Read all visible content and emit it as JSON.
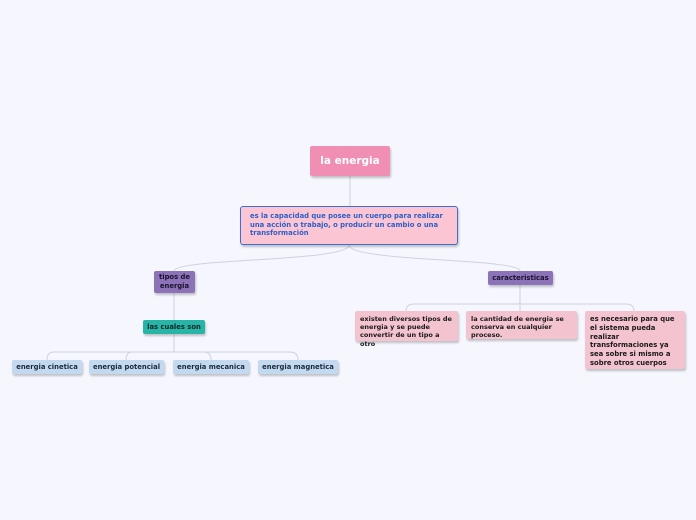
{
  "colors": {
    "background": "#f5f6fe",
    "root": "#f08fb3",
    "definition_fill": "#fbc5d3",
    "definition_border": "#3f6fcf",
    "category": "#8c72b6",
    "subheading": "#27b5a8",
    "leaf": "#c3d9ef",
    "characteristic": "#f3c3cf",
    "connector": "#cfd2dc"
  },
  "root": {
    "label": "la energia"
  },
  "definition": {
    "text": "es la capacidad que posee un cuerpo para realizar una acción o trabajo, o producir un cambio o una transformación"
  },
  "types": {
    "label": "tipos de energia",
    "subheading": "las cuales son",
    "items": [
      "energia cinetica",
      "energia potencial",
      "energia mecanica",
      "energia magnetica"
    ]
  },
  "characteristics": {
    "label": "caracteristicas",
    "items": [
      "existen diversos tipos de energia y se puede convertir de un tipo a otro",
      "la cantidad de energia se conserva en cualquier proceso.",
      "es necesario para que el sistema pueda realizar transformaciones ya sea sobre si mismo a sobre otros cuerpos"
    ]
  }
}
